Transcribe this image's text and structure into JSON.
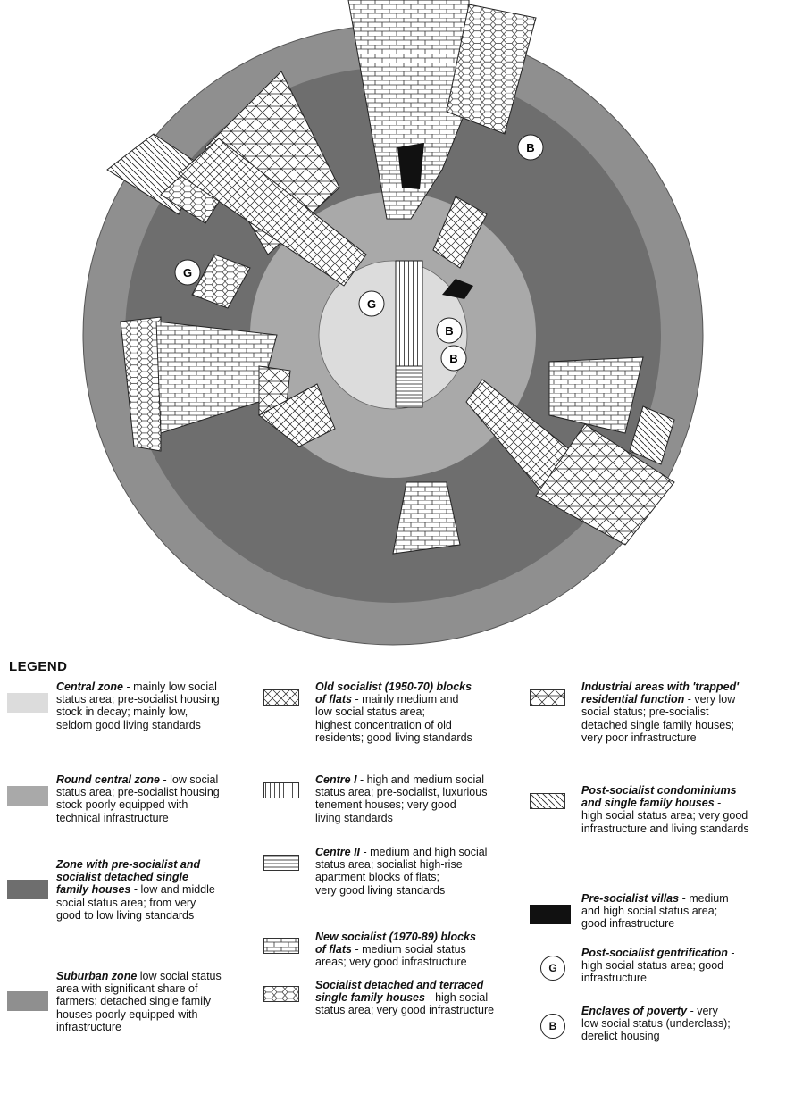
{
  "map": {
    "markers": [
      {
        "letter": "B",
        "kind": "enclave"
      },
      {
        "letter": "G",
        "kind": "gentrification"
      },
      {
        "letter": "B",
        "kind": "enclave"
      },
      {
        "letter": "G",
        "kind": "gentrification"
      },
      {
        "letter": "B",
        "kind": "enclave"
      }
    ],
    "colors": {
      "central": "#dcdcdc",
      "round_central": "#a9a9a9",
      "pre_socialist": "#6e6e6e",
      "suburban": "#8f8f8f",
      "villa": "#111111"
    }
  },
  "legend": {
    "title": "LEGEND",
    "items": [
      {
        "id": "central",
        "label": "Central zone",
        "desc_lines": [
          "Central zone - mainly low social",
          "status area; pre-socialist housing",
          "stock in decay; mainly low,",
          "seldom good living standards"
        ]
      },
      {
        "id": "round_central",
        "label": "Round central zone",
        "desc_lines": [
          "Round central zone - low social",
          "status area; pre-socialist housing",
          "stock poorly equipped with",
          "technical infrastructure"
        ]
      },
      {
        "id": "pre_socialist",
        "label": "Zone with pre-socialist and socialist detached single family houses",
        "desc_lines": [
          "Zone with pre-socialist and",
          "socialist detached single",
          "family houses - low and middle",
          "social status area;  from very",
          "good to low living standards"
        ]
      },
      {
        "id": "suburban",
        "label": "Suburban zone",
        "desc_lines": [
          "Suburban zone  low social status",
          "area with significant share of",
          "farmers; detached single family",
          "houses poorly equipped with",
          "infrastructure"
        ]
      },
      {
        "id": "old_socialist",
        "label": "Old socialist (1950-70) blocks of flats",
        "desc_lines": [
          "Old socialist (1950-70) blocks",
          "of flats - mainly medium and",
          "low social status area;",
          "highest concentration of old",
          "residents; good living standards"
        ]
      },
      {
        "id": "centre1",
        "label": "Centre I",
        "desc_lines": [
          "Centre I  - high and medium social",
          "status area; pre-socialist, luxurious",
          "tenement houses; very good",
          "living standards"
        ]
      },
      {
        "id": "centre2",
        "label": "Centre II",
        "desc_lines": [
          "Centre II  - medium and high social",
          "status area; socialist high-rise",
          "apartment blocks of flats;",
          "very good living standards"
        ]
      },
      {
        "id": "new_socialist",
        "label": "New socialist (1970-89) blocks of flats",
        "desc_lines": [
          "New socialist (1970-89) blocks",
          "of flats - medium social status",
          "areas; very good infrastructure"
        ]
      },
      {
        "id": "detached",
        "label": "Socialist detached and terraced single family houses",
        "desc_lines": [
          "Socialist detached and terraced",
          "single family houses - high social",
          "status area; very good infrastructure"
        ]
      },
      {
        "id": "industrial",
        "label": "Industrial areas with 'trapped' residential function",
        "desc_lines": [
          "Industrial areas with 'trapped'",
          "residential function - very low",
          "social status; pre-socialist",
          "detached single family houses;",
          "very poor infrastructure"
        ]
      },
      {
        "id": "condos",
        "label": "Post-socialist condominiums and single family houses",
        "desc_lines": [
          "Post-socialist condominiums",
          "and single family houses -",
          "high social status area; very good",
          "infrastructure and living standards"
        ]
      },
      {
        "id": "villas",
        "label": "Pre-socialist villas",
        "desc_lines": [
          "Pre-socialist villas - medium",
          "and high social status area;",
          "good infrastructure"
        ]
      },
      {
        "id": "gentrification",
        "label": "Post-socialist gentrification",
        "symbol": "G",
        "desc_lines": [
          "Post-socialist gentrification -",
          "high social status area; good",
          "infrastructure"
        ]
      },
      {
        "id": "poverty",
        "label": "Enclaves of poverty",
        "symbol": "B",
        "desc_lines": [
          "Enclaves of poverty - very",
          "low social status (underclass);",
          "derelict housing"
        ]
      }
    ]
  }
}
